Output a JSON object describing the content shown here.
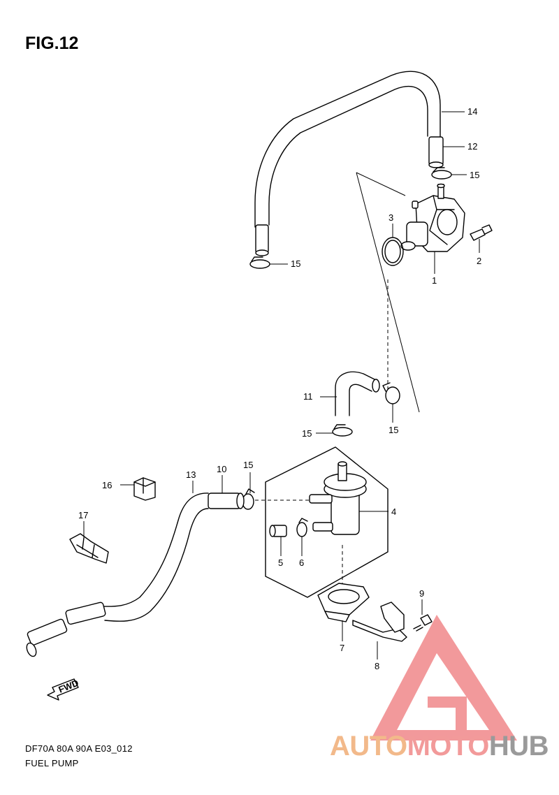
{
  "figure": {
    "title": "FIG.12",
    "caption_code": "DF70A 80A 90A E03_012",
    "caption_name": "FUEL PUMP"
  },
  "callouts": [
    "14",
    "12",
    "15",
    "3",
    "2",
    "1",
    "15",
    "11",
    "15",
    "15",
    "15",
    "4",
    "16",
    "13",
    "10",
    "17",
    "5",
    "6",
    "9",
    "7",
    "8"
  ],
  "fwd_mark": "FWD",
  "watermark": {
    "part_a": "AUTO",
    "part_b": "MOTO",
    "part_c": "HUB",
    "colors": {
      "auto": "#f2b98a",
      "moto": "#f29a9a",
      "hub": "#9a9a9a",
      "logo": "#e8474a"
    }
  }
}
